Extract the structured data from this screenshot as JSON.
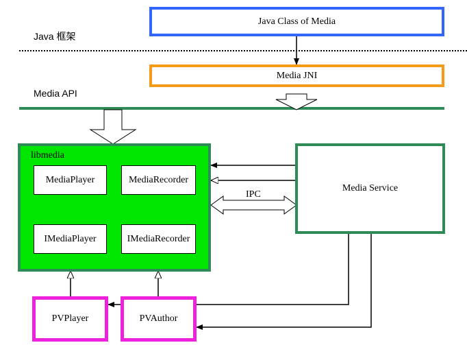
{
  "labels": {
    "java_framework": "Java 框架",
    "media_api": "Media API",
    "ipc": "IPC"
  },
  "boxes": {
    "java_class": "Java Class of Media",
    "media_jni": "Media  JNI",
    "libmedia": "libmedia",
    "media_player": "MediaPlayer",
    "media_recorder": "MediaRecorder",
    "imedia_player": "IMediaPlayer",
    "imedia_recorder": "IMediaRecorder",
    "media_service": "Media Service",
    "pv_player": "PVPlayer",
    "pv_author": "PVAuthor"
  },
  "colors": {
    "java_class_border": "#3366ff",
    "media_jni_border": "#f59b1a",
    "api_line": "#2e8b57",
    "libmedia_fill": "#00e600",
    "libmedia_border": "#2e8b57",
    "media_service_border": "#2e8b57",
    "pv_border": "#ee22dd",
    "line": "#000000"
  }
}
